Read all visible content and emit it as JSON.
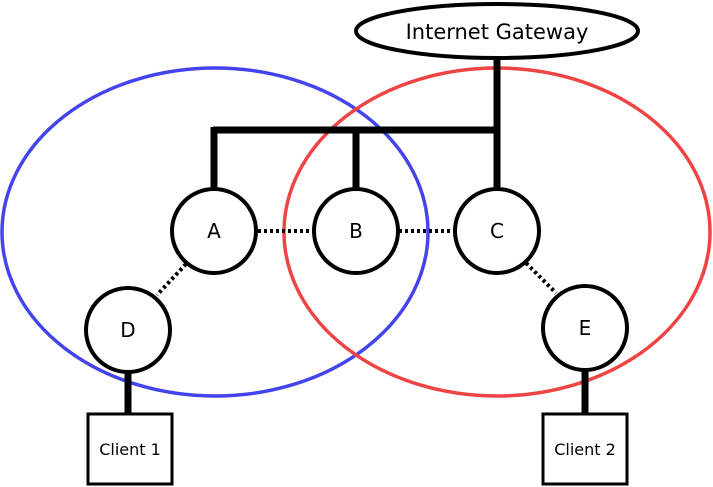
{
  "gateway": {
    "label": "Internet Gateway"
  },
  "nodes": {
    "A": {
      "label": "A"
    },
    "B": {
      "label": "B"
    },
    "C": {
      "label": "C"
    },
    "D": {
      "label": "D"
    },
    "E": {
      "label": "E"
    }
  },
  "clients": {
    "client1": {
      "label": "Client 1"
    },
    "client2": {
      "label": "Client 2"
    }
  },
  "regions": {
    "left": {
      "color": "#4444ee"
    },
    "right": {
      "color": "#ee4444"
    }
  }
}
